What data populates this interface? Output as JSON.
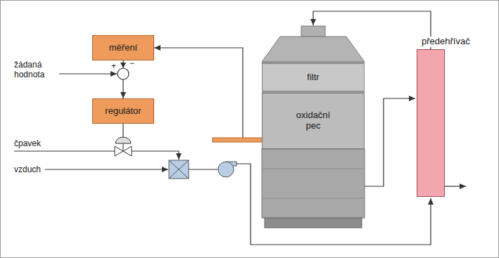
{
  "diagram": {
    "nodes": [
      {
        "text": [
          "měření"
        ]
      },
      {
        "text": [
          "regulátor"
        ]
      },
      {
        "text": [
          "filtr"
        ]
      },
      {
        "text": [
          "oxidační pec"
        ]
      },
      {
        "text": [
          "předehřívač"
        ]
      }
    ],
    "edges": [
      {
        "from": 0,
        "to": 1,
        "arrow": "to"
      },
      {
        "from": 3,
        "to": 0,
        "arrow": "to"
      }
    ],
    "labels": [
      "žádaná hodnota",
      "+",
      "−",
      "čpavek",
      "vzduch"
    ]
  }
}
